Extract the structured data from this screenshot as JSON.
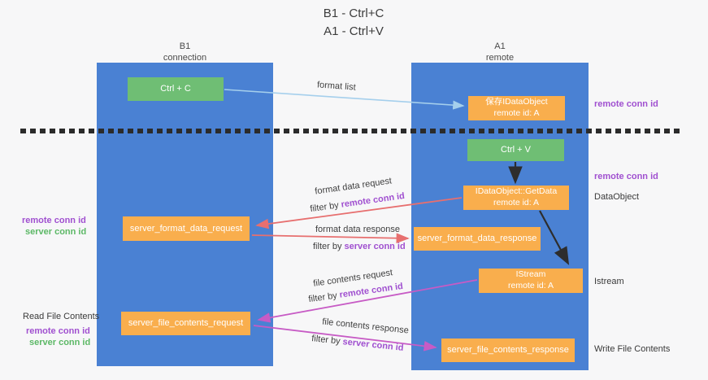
{
  "title": {
    "line1": "B1 - Ctrl+C",
    "line2": "A1 - Ctrl+V"
  },
  "colors": {
    "background": "#f7f7f8",
    "column_blue": "#4a81d3",
    "box_green": "#6fbe74",
    "box_orange": "#f9ae4d",
    "arrow_lightblue": "#a5cfec",
    "arrow_red": "#e76f6f",
    "arrow_magenta": "#c75bc5",
    "arrow_black": "#2d2d2d",
    "text_purple": "#a050d0",
    "text_green": "#5cb866",
    "text_ink": "#3c3c3c"
  },
  "columns": {
    "left": {
      "title": "B1",
      "subtitle": "connection"
    },
    "right": {
      "title": "A1",
      "subtitle": "remote"
    }
  },
  "nodes": {
    "ctrl_c": {
      "label": "Ctrl + C"
    },
    "save_dataobject": {
      "line1": "保存IDataObject",
      "line2": "remote id: A"
    },
    "ctrl_v": {
      "label": "Ctrl + V"
    },
    "getdata": {
      "line1": "IDataObject::GetData",
      "line2": "remote id: A"
    },
    "server_format_data_request": {
      "label": "server_format_data_request"
    },
    "server_format_data_response": {
      "label": "server_format_data_response"
    },
    "istream": {
      "line1": "IStream",
      "line2": "remote id: A"
    },
    "server_file_contents_request": {
      "label": "server_file_contents_request"
    },
    "server_file_contents_response": {
      "label": "server_file_contents_response"
    }
  },
  "arrow_labels": {
    "format_list": "format list",
    "format_data_request": "format data request",
    "format_data_response": "format data response",
    "file_contents_request": "file contents request",
    "file_contents_response": "file contents response",
    "filter_by": "filter by ",
    "remote_conn_id": "remote conn id",
    "server_conn_id": "server conn id"
  },
  "side_labels": {
    "right_remote_conn_id_1": "remote conn id",
    "right_remote_conn_id_2": "remote conn id",
    "right_dataobject": "DataObject",
    "right_istream": "Istream",
    "right_write_file_contents": "Write File Contents",
    "left_remote_conn_id_1": "remote conn id",
    "left_server_conn_id_1": "server conn id",
    "left_read_file_contents": "Read File Contents",
    "left_remote_conn_id_2": "remote conn id",
    "left_server_conn_id_2": "server conn id"
  }
}
